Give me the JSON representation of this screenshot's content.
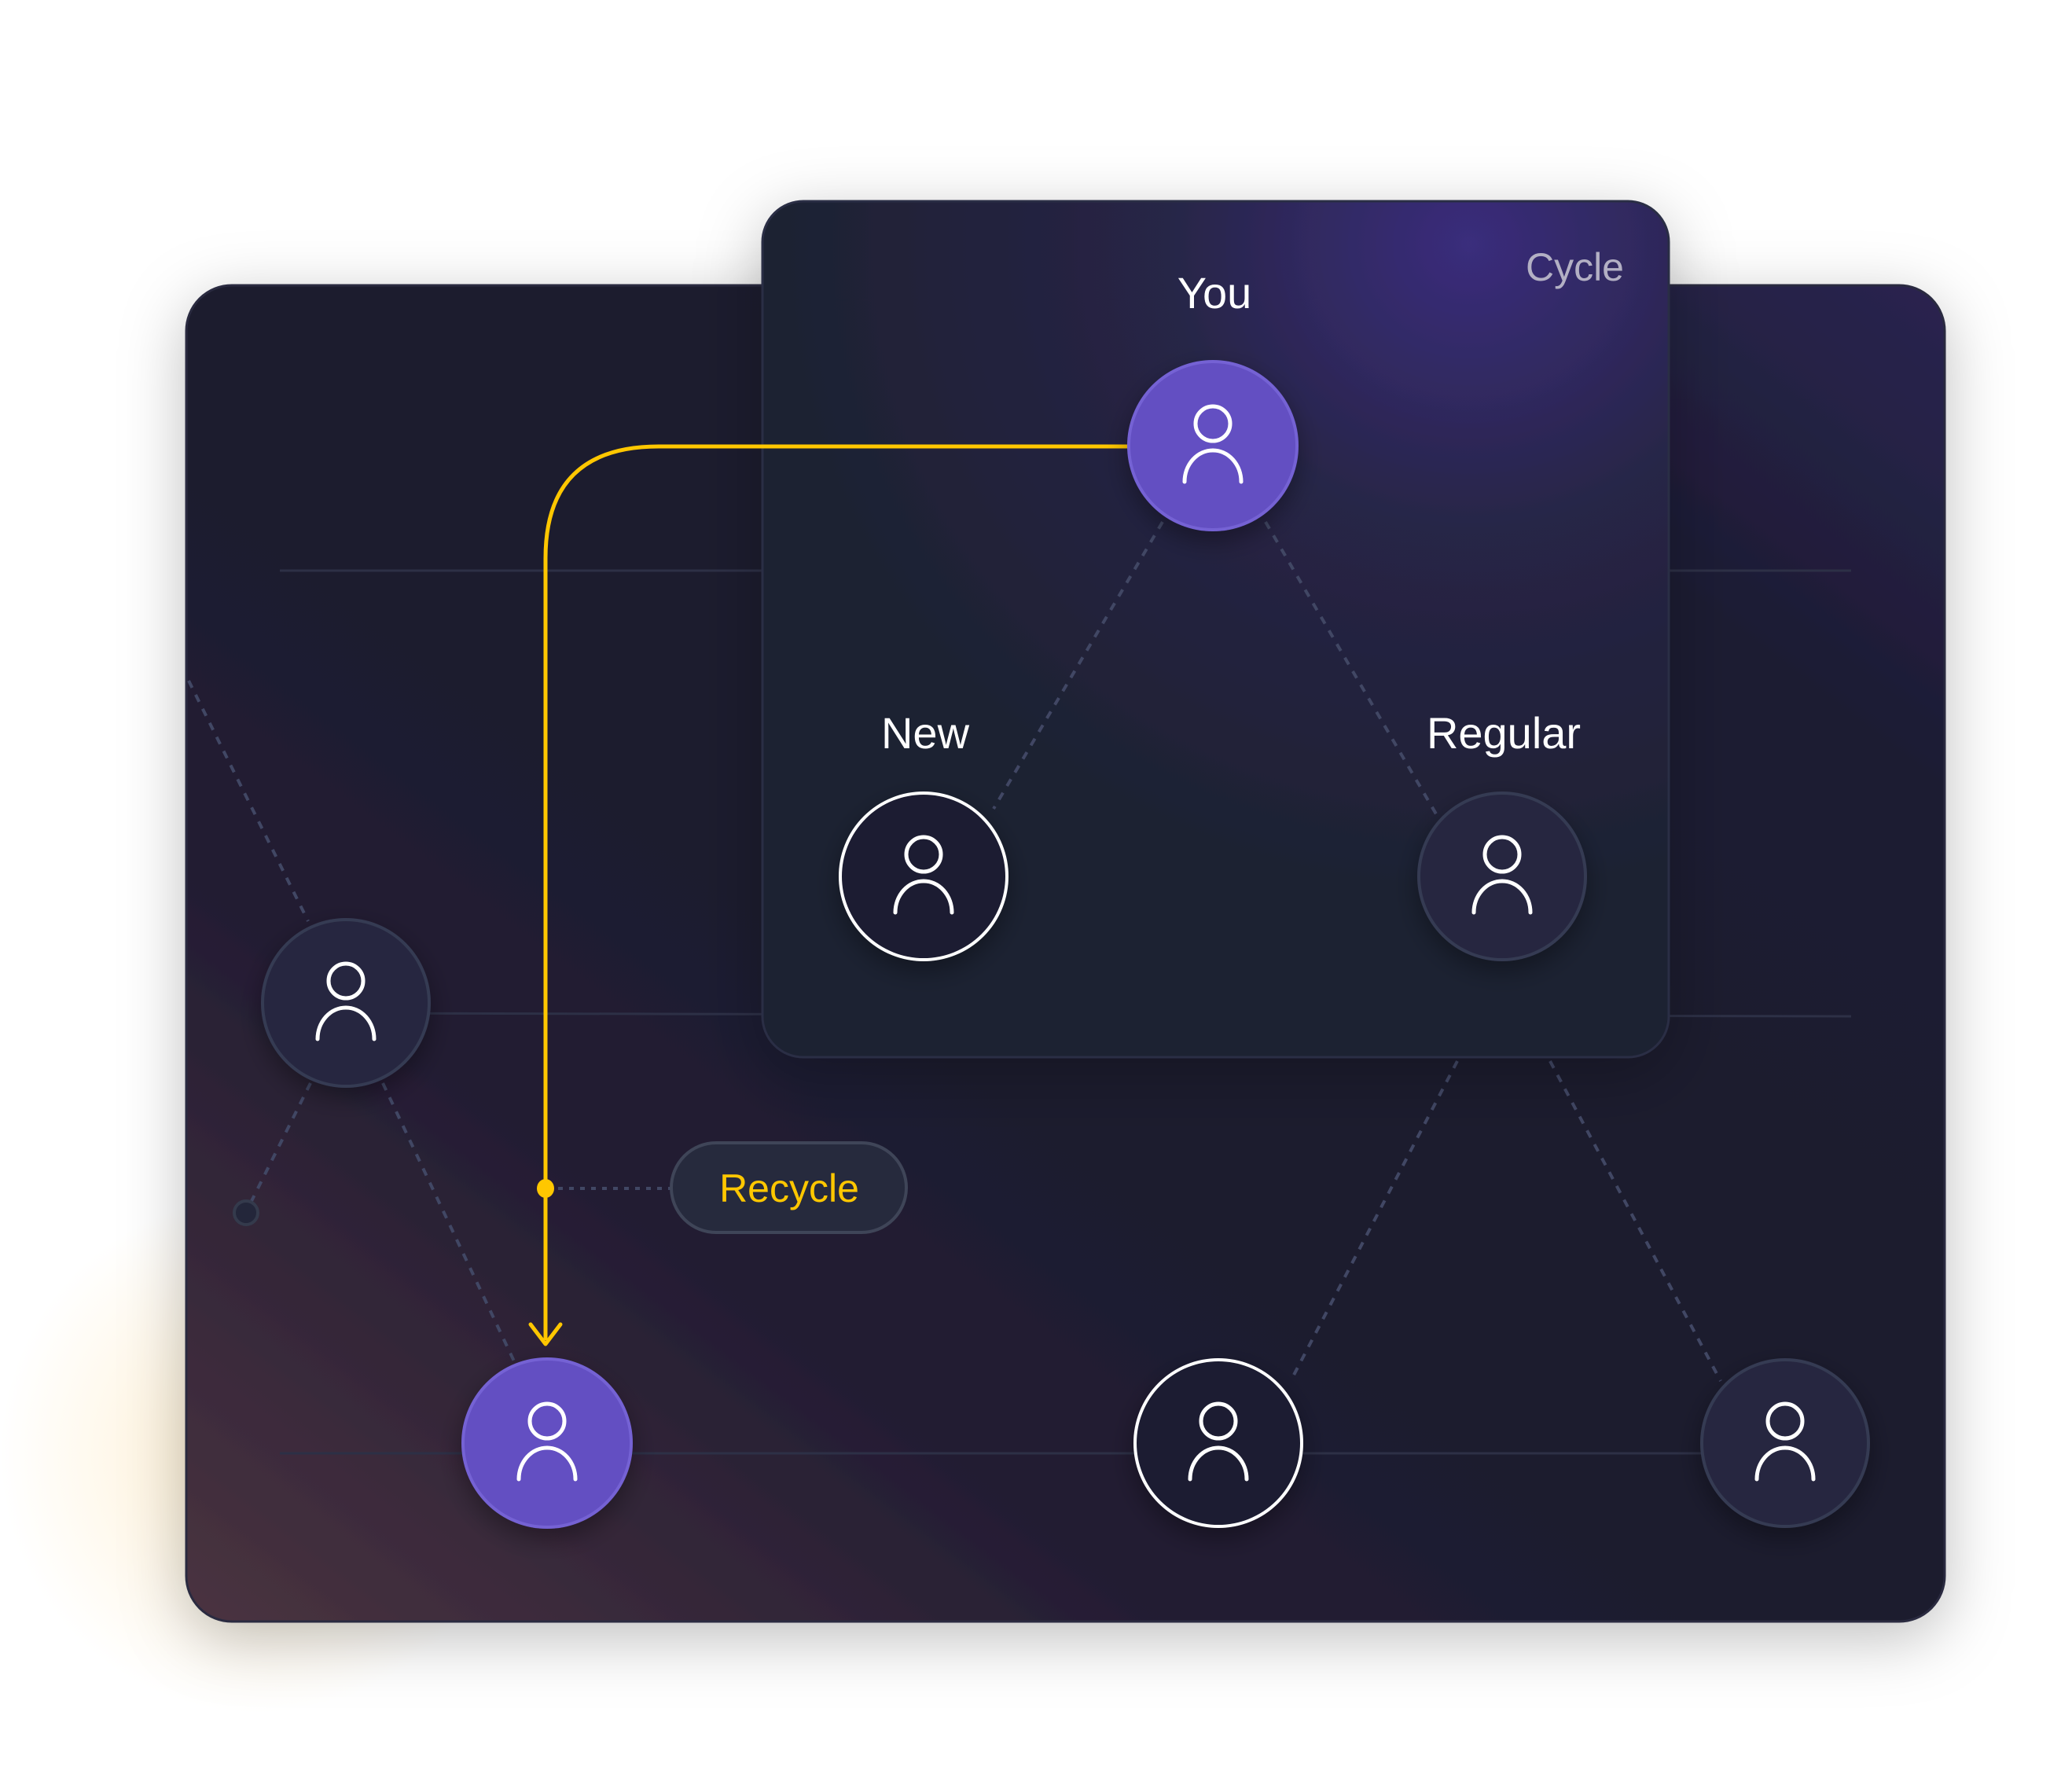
{
  "panel": {
    "title": "Cycle"
  },
  "nodes": {
    "you": {
      "label": "You",
      "style": "primary"
    },
    "new": {
      "label": "New",
      "style": "outline"
    },
    "regular": {
      "label": "Regular",
      "style": "muted"
    }
  },
  "flow": {
    "label": "Recycle"
  },
  "colors": {
    "primary": "#634FC2",
    "accent": "#FFC700",
    "panel": "#1c1e30",
    "muted_node": "#262840"
  }
}
